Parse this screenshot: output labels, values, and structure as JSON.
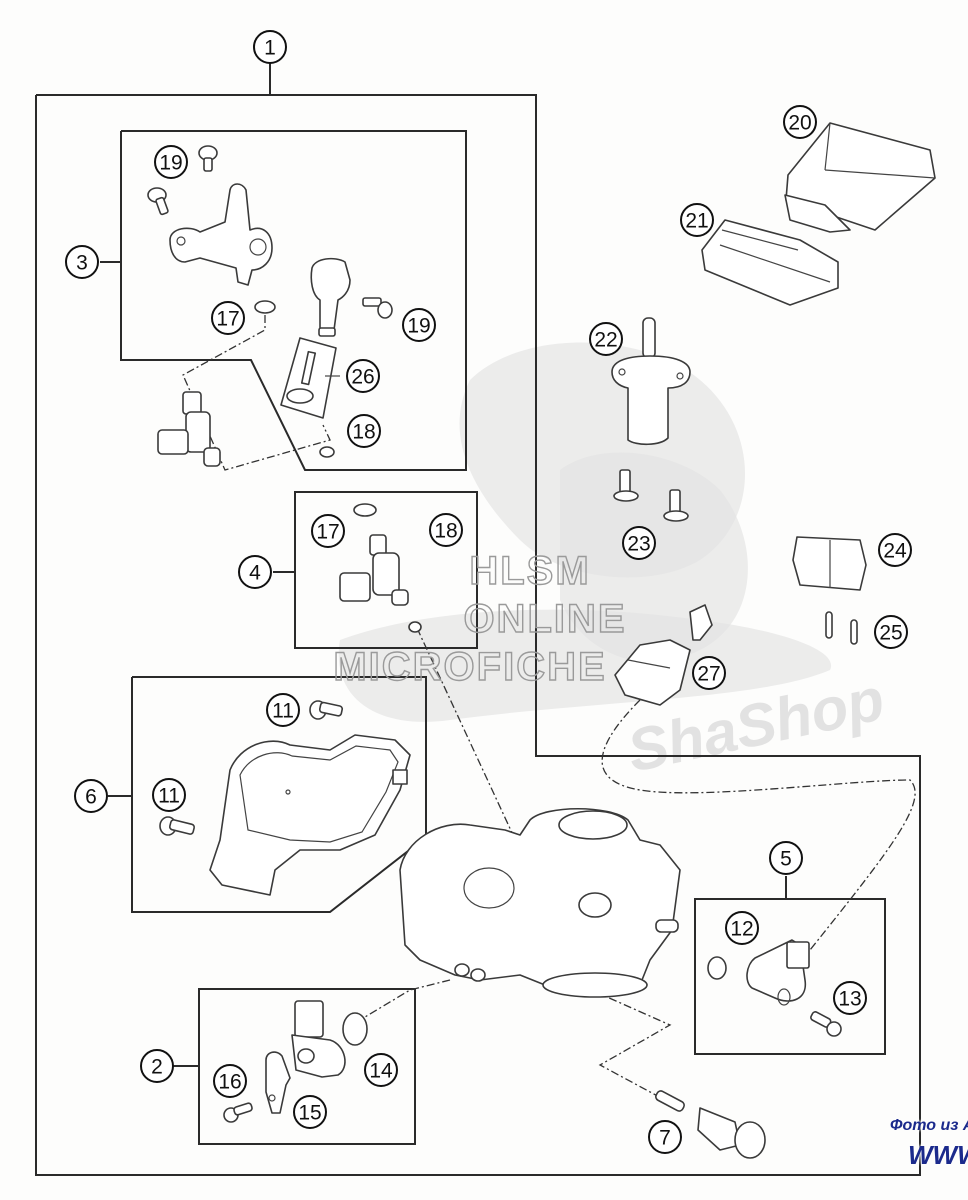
{
  "diagram": {
    "title": "Throttle body / fuel injection parts diagram",
    "callouts": [
      {
        "id": "c1",
        "label": "1"
      },
      {
        "id": "c2",
        "label": "2"
      },
      {
        "id": "c3",
        "label": "3"
      },
      {
        "id": "c4",
        "label": "4"
      },
      {
        "id": "c5",
        "label": "5"
      },
      {
        "id": "c6",
        "label": "6"
      },
      {
        "id": "c7",
        "label": "7"
      },
      {
        "id": "c11a",
        "label": "11"
      },
      {
        "id": "c11b",
        "label": "11"
      },
      {
        "id": "c12",
        "label": "12"
      },
      {
        "id": "c13",
        "label": "13"
      },
      {
        "id": "c14",
        "label": "14"
      },
      {
        "id": "c15",
        "label": "15"
      },
      {
        "id": "c16",
        "label": "16"
      },
      {
        "id": "c17a",
        "label": "17"
      },
      {
        "id": "c17b",
        "label": "17"
      },
      {
        "id": "c18a",
        "label": "18"
      },
      {
        "id": "c18b",
        "label": "18"
      },
      {
        "id": "c19a",
        "label": "19"
      },
      {
        "id": "c19b",
        "label": "19"
      },
      {
        "id": "c20",
        "label": "20"
      },
      {
        "id": "c21",
        "label": "21"
      },
      {
        "id": "c22",
        "label": "22"
      },
      {
        "id": "c23",
        "label": "23"
      },
      {
        "id": "c24",
        "label": "24"
      },
      {
        "id": "c25",
        "label": "25"
      },
      {
        "id": "c26",
        "label": "26"
      },
      {
        "id": "c27",
        "label": "27"
      }
    ]
  },
  "watermark": {
    "line1": "HLSM",
    "line2": "ONLINE",
    "line3": "MICROFICHE",
    "logo_text": "ShaShop"
  },
  "credit": {
    "line1": "Фото из А",
    "line2": "WWW"
  },
  "colors": {
    "line": "#2a2a2a",
    "credit": "#1b2a8c",
    "watermark": "#9a9a9a",
    "background": "#fdfdfc"
  }
}
